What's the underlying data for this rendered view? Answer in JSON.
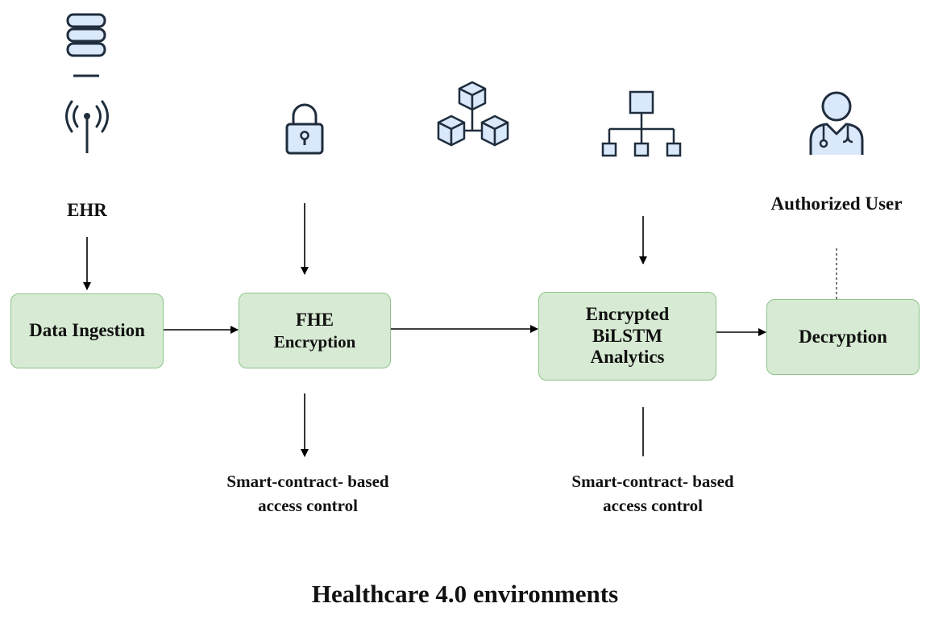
{
  "colors": {
    "box_fill": "#d7ead3",
    "box_border": "#8cc48a",
    "icon_fill": "#dae8fc",
    "icon_stroke": "#1f2d3d"
  },
  "icons": {
    "database": "database-icon",
    "antenna": "wireless-antenna-icon",
    "lock": "lock-icon",
    "blockchain": "blockchain-cubes-icon",
    "hierarchy": "hierarchy-network-icon",
    "user": "doctor-user-icon"
  },
  "labels": {
    "ehr": "EHR",
    "authorized_user": "Authorized User",
    "access_control_1_line1": "Smart-contract- based",
    "access_control_1_line2": "access control",
    "access_control_2_line1": "Smart-contract- based",
    "access_control_2_line2": "access control"
  },
  "boxes": {
    "data_ingestion": "Data Ingestion",
    "fhe_line1": "FHE",
    "fhe_line2": "Encryption",
    "analytics_line1": "Encrypted",
    "analytics_line2": "BiLSTM",
    "analytics_line3": "Analytics",
    "decryption": "Decryption"
  },
  "footer": {
    "title": "Healthcare 4.0 environments"
  }
}
